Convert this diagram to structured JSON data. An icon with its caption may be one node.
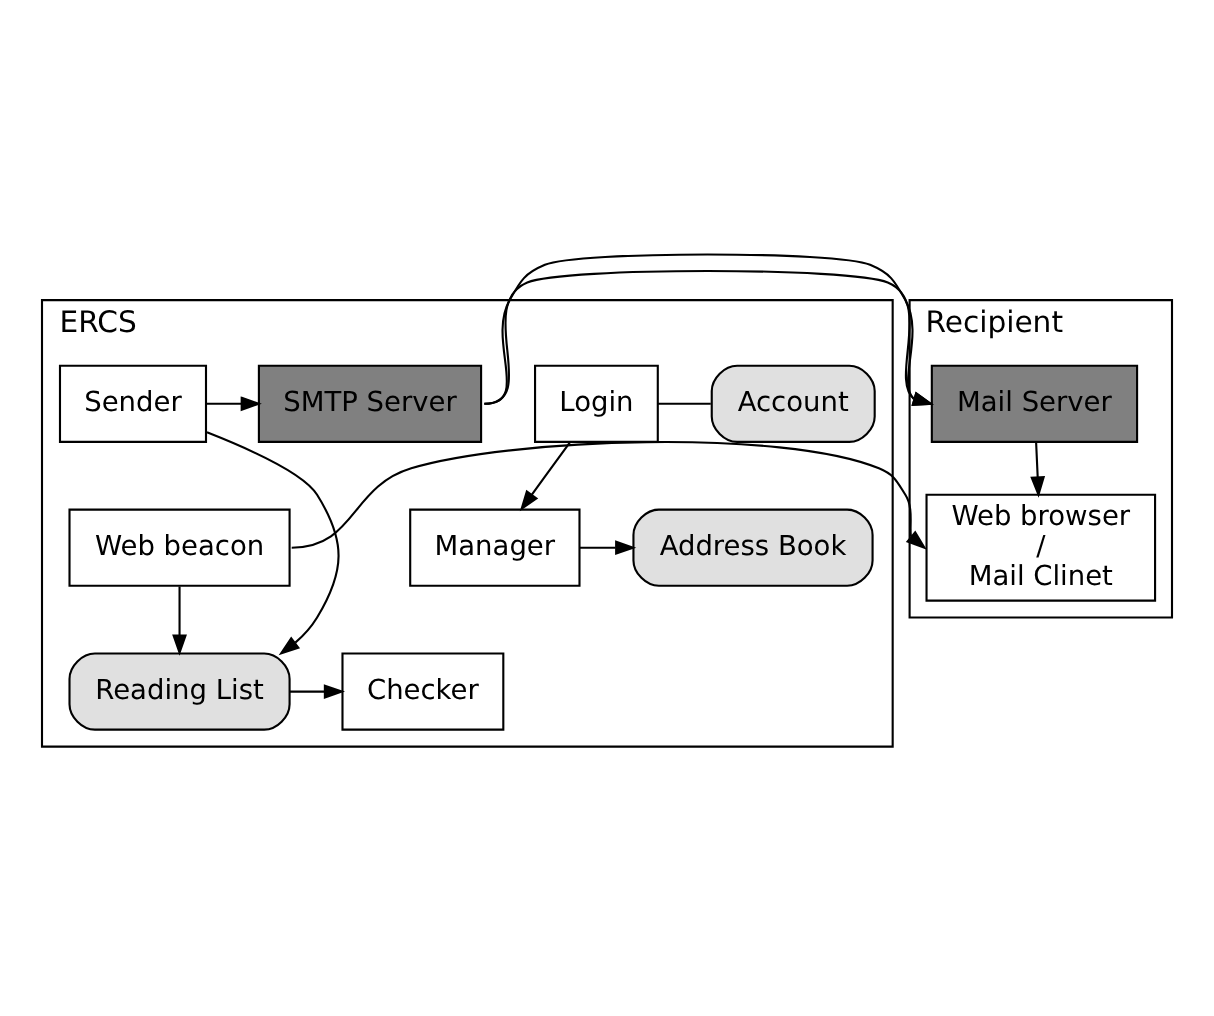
{
  "diagram": {
    "nodes": [
      {
        "text": [
          "ERCS"
        ]
      },
      {
        "text": [
          "Login"
        ],
        "in": 0
      },
      {
        "text": [
          "Account"
        ],
        "in": 0
      },
      {
        "text": [
          "Manager"
        ],
        "in": 0
      },
      {
        "text": [
          "Address Book"
        ],
        "in": 0
      },
      {
        "text": [
          "Sender"
        ],
        "in": 0
      },
      {
        "text": [
          "SMTP Server"
        ],
        "in": 0
      },
      {
        "text": [
          "Checker"
        ],
        "in": 0
      },
      {
        "text": [
          "Reading List"
        ],
        "in": 0
      },
      {
        "text": [
          "Web beacon"
        ],
        "in": 0
      },
      {
        "text": [
          "Recipient"
        ]
      },
      {
        "text": [
          "Mail Server"
        ],
        "in": 10
      },
      {
        "text": [
          "Web browser / Mail Clinet"
        ],
        "in": 10
      }
    ],
    "edges": [
      {
        "from": 1,
        "to": 2,
        "arrow": "none"
      },
      {
        "from": 1,
        "to": 3,
        "arrow": "to"
      },
      {
        "from": 3,
        "to": 4,
        "arrow": "to"
      },
      {
        "from": 5,
        "to": 6,
        "arrow": "to"
      },
      {
        "from": 5,
        "to": 8,
        "arrow": "to"
      },
      {
        "from": 8,
        "to": 7,
        "arrow": "to"
      },
      {
        "from": 9,
        "to": 8,
        "arrow": "to"
      },
      {
        "from": 6,
        "to": 11,
        "arrow": "to"
      },
      {
        "from": 11,
        "to": 12,
        "arrow": "to"
      },
      {
        "from": 9,
        "to": 12,
        "arrow": "to"
      }
    ]
  }
}
